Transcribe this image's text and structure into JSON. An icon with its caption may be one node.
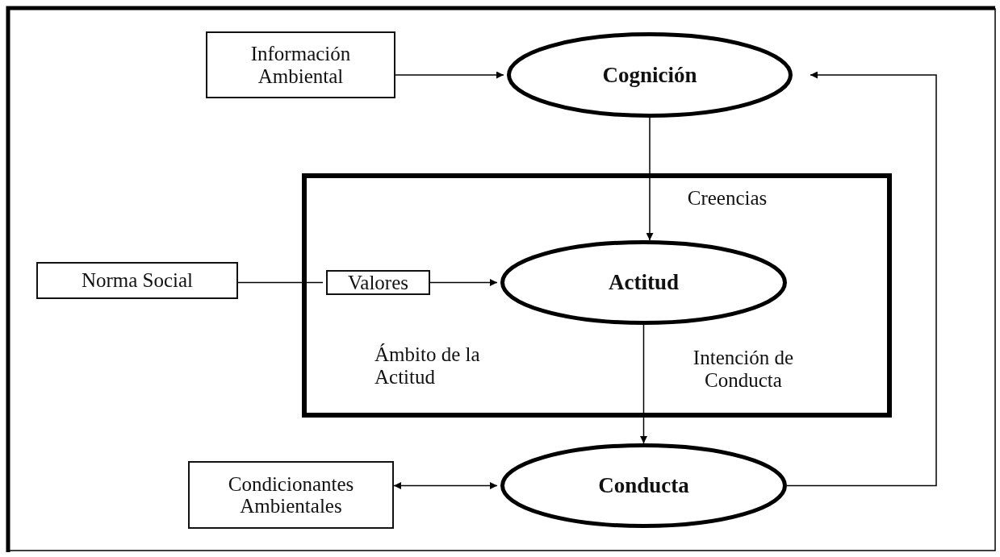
{
  "diagram": {
    "nodes": [
      {
        "text": [
          "Información Ambiental"
        ]
      },
      {
        "text": [
          "Cognición"
        ]
      },
      {
        "text": [
          "Ámbito de la Actitud"
        ]
      },
      {
        "text": [
          "Norma Social"
        ]
      },
      {
        "text": [
          "Valores"
        ],
        "in": 2
      },
      {
        "text": [
          "Actitud"
        ],
        "in": 2
      },
      {
        "text": [
          "Condicionantes Ambientales"
        ]
      },
      {
        "text": [
          "Conducta"
        ]
      }
    ],
    "edges": [
      {
        "from": 0,
        "to": 1,
        "arrow": "to"
      },
      {
        "from": 1,
        "to": 5,
        "arrow": "to",
        "label": "Creencias"
      },
      {
        "from": 3,
        "to": 4,
        "arrow": "none"
      },
      {
        "from": 4,
        "to": 5,
        "arrow": "to"
      },
      {
        "from": 5,
        "to": 7,
        "arrow": "to",
        "label": "Intención de Conducta"
      },
      {
        "from": 6,
        "to": 7,
        "arrow": "both"
      },
      {
        "from": 7,
        "to": 1,
        "arrow": "to"
      }
    ]
  }
}
